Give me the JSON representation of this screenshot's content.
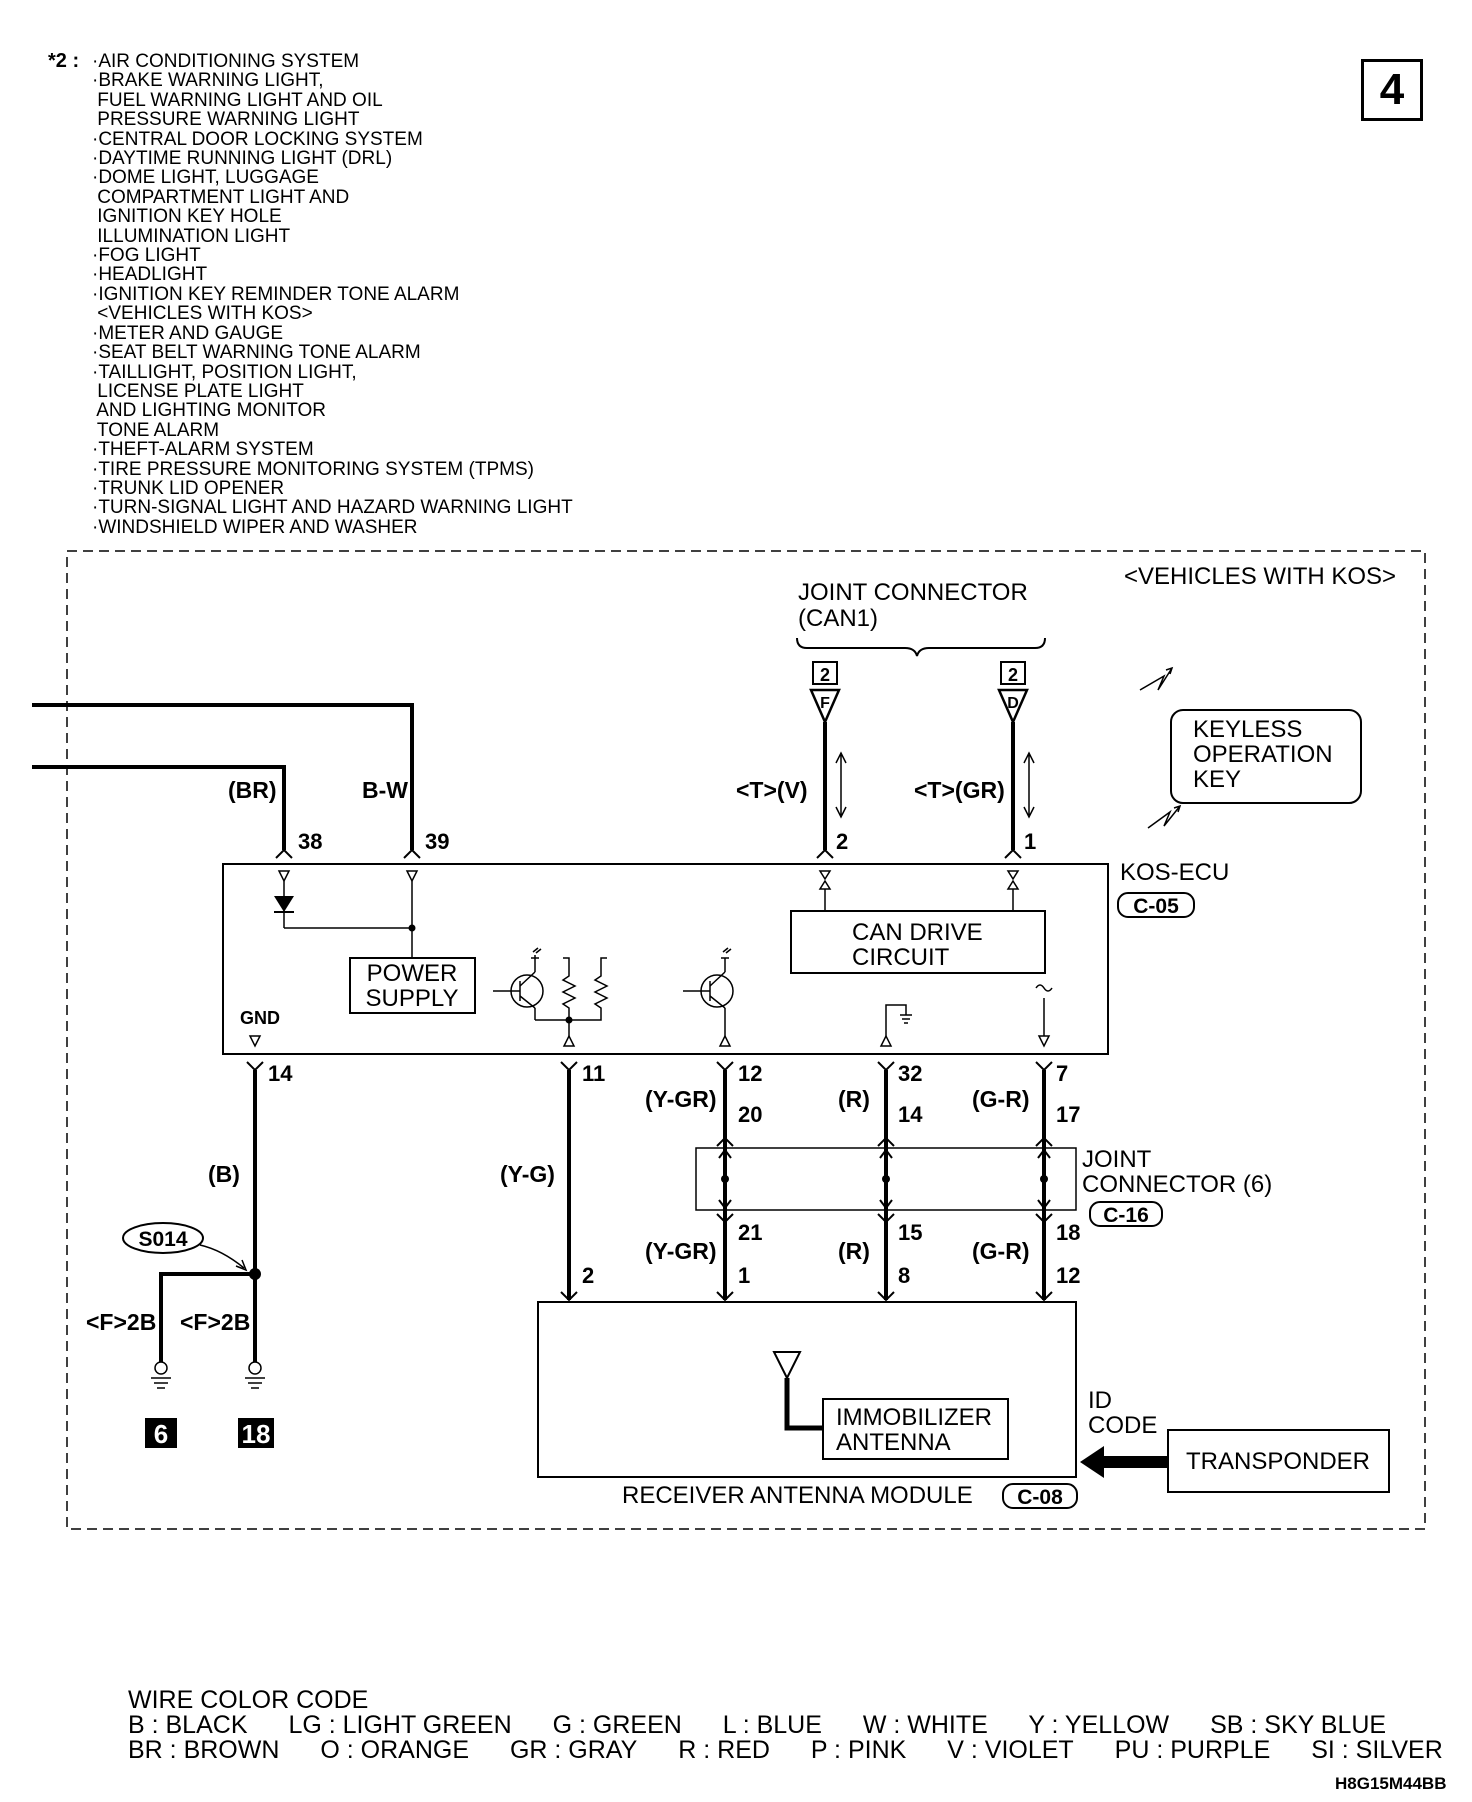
{
  "header": {
    "note_marker": "*2 :",
    "page_number": "4",
    "notes": [
      "·AIR CONDITIONING SYSTEM",
      "·BRAKE WARNING LIGHT,",
      " FUEL WARNING LIGHT AND OIL",
      " PRESSURE WARNING LIGHT",
      "·CENTRAL DOOR LOCKING SYSTEM",
      "·DAYTIME RUNNING LIGHT (DRL)",
      "·DOME LIGHT, LUGGAGE",
      " COMPARTMENT LIGHT AND",
      " IGNITION KEY HOLE",
      " ILLUMINATION LIGHT",
      "·FOG LIGHT",
      "·HEADLIGHT",
      "·IGNITION KEY REMINDER TONE ALARM",
      " <VEHICLES WITH KOS>",
      "·METER AND GAUGE",
      "·SEAT BELT WARNING TONE ALARM",
      "·TAILLIGHT, POSITION LIGHT,",
      " LICENSE PLATE LIGHT",
      " AND LIGHTING MONITOR",
      " TONE ALARM",
      "·THEFT-ALARM SYSTEM",
      "·TIRE PRESSURE MONITORING SYSTEM (TPMS)",
      "·TRUNK LID OPENER",
      "·TURN-SIGNAL LIGHT AND HAZARD WARNING LIGHT",
      "·WINDSHIELD WIPER AND WASHER"
    ]
  },
  "diagram": {
    "variant": "<VEHICLES WITH KOS>",
    "joint_can1": {
      "title": "JOINT CONNECTOR",
      "sub": "(CAN1)",
      "conn_left": "F",
      "conn_right": "D",
      "box_num": "2"
    },
    "keyless_key": [
      "KEYLESS",
      "OPERATION",
      "KEY"
    ],
    "ecu": {
      "name": "KOS-ECU",
      "code": "C-05",
      "gnd": "GND",
      "power_supply": [
        "POWER",
        "SUPPLY"
      ],
      "can_drive": [
        "CAN DRIVE",
        "CIRCUIT"
      ]
    },
    "wires": {
      "br": "(BR)",
      "bw": "B-W",
      "t_v": "<T>(V)",
      "t_gr": "<T>(GR)",
      "b": "(B)",
      "yg": "(Y-G)",
      "ygr": "(Y-GR)",
      "r": "(R)",
      "gr": "(G-R)",
      "f2b": "<F>2B"
    },
    "pins": {
      "p38": "38",
      "p39": "39",
      "p2": "2",
      "p1": "1",
      "p14": "14",
      "p11": "11",
      "p12": "12",
      "p32": "32",
      "p7": "7",
      "p20": "20",
      "p14b": "14",
      "p17": "17",
      "p21": "21",
      "p15": "15",
      "p18": "18",
      "p2b": "2",
      "p1b": "1",
      "p8": "8",
      "p12b": "12"
    },
    "joint6": {
      "title": "JOINT",
      "sub": "CONNECTOR (6)",
      "code": "C-16"
    },
    "splice": "S014",
    "grounds": [
      "6",
      "18"
    ],
    "receiver": {
      "name": "RECEIVER ANTENNA MODULE",
      "code": "C-08",
      "antenna": [
        "IMMOBILIZER",
        "ANTENNA"
      ]
    },
    "id_code": [
      "ID",
      "CODE"
    ],
    "transponder": "TRANSPONDER"
  },
  "legend": {
    "title": "WIRE COLOR CODE",
    "row1": [
      "B : BLACK",
      "LG : LIGHT GREEN",
      "G : GREEN",
      "L : BLUE",
      "W : WHITE",
      "Y : YELLOW",
      "SB : SKY BLUE"
    ],
    "row2": [
      "BR : BROWN",
      "O : ORANGE",
      "GR : GRAY",
      "R : RED",
      "P : PINK",
      "V : VIOLET",
      "PU : PURPLE",
      "SI : SILVER"
    ]
  },
  "drawing_code": "H8G15M44BB"
}
